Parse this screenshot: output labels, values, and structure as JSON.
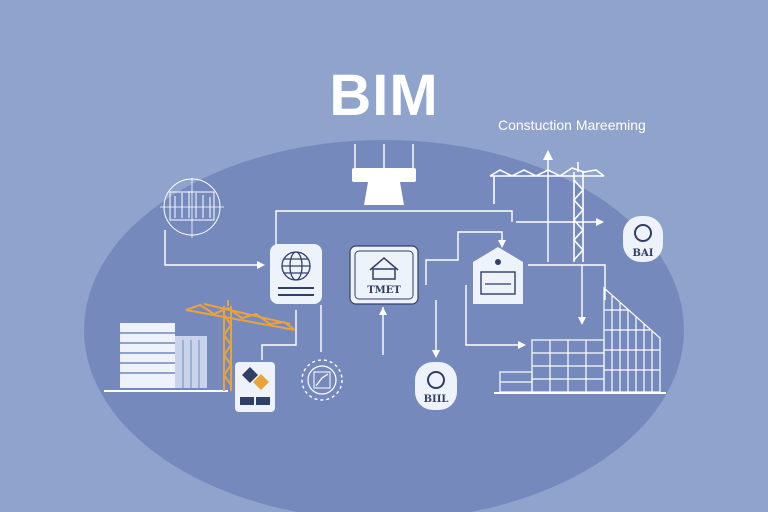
{
  "header": {
    "title": "BIM",
    "subtitle": "Constuction Mareeming"
  },
  "nodes": {
    "house_card_label": "TMET",
    "bim_badge_label": "BIIL",
    "bai_badge_label": "BAI"
  },
  "colors": {
    "background": "#8fa3cc",
    "ellipse": "#7689bd",
    "card": "#eef2fb",
    "line": "#ffffff",
    "crane_orange": "#e9a33c",
    "icon_dark": "#2f3f66"
  },
  "icons": [
    "monitor-icon",
    "globe-icon",
    "house-icon",
    "tag-icon",
    "gear-icon",
    "crane-icon",
    "building-icon",
    "glass-tower-icon",
    "document-icon",
    "compass-icon"
  ]
}
